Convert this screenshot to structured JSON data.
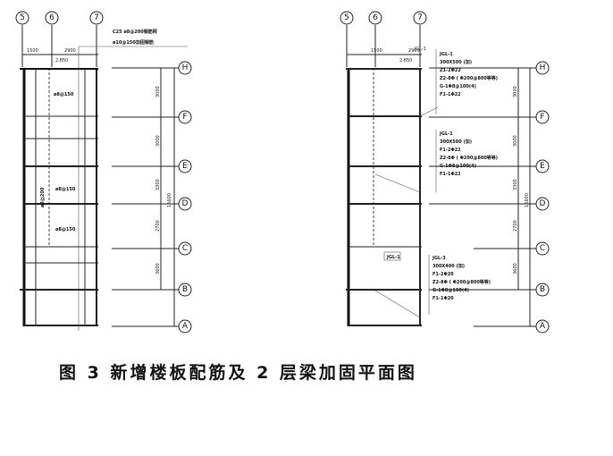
{
  "caption": "图 3  新增楼板配筋及 2 层梁加固平面图",
  "left_plan": {
    "column_axes": [
      "5",
      "6",
      "7"
    ],
    "row_axes": [
      "H",
      "F",
      "E",
      "D",
      "C",
      "B",
      "A"
    ],
    "top_dims": [
      "1500",
      "2900",
      "2.850"
    ],
    "side_dims": [
      "3000",
      "3000",
      "3300",
      "2700",
      "3600",
      "15600"
    ],
    "notes": [
      "C25 ø8@200钢筋网",
      "ø10@150加固钢筋",
      "ø8@150",
      "ø8@200",
      "ø8@150",
      "ø8@150"
    ]
  },
  "right_plan": {
    "column_axes": [
      "5",
      "6",
      "7"
    ],
    "row_axes": [
      "H",
      "F",
      "E",
      "D",
      "C",
      "B",
      "A"
    ],
    "top_dims": [
      "1500",
      "2900",
      "2.850",
      "JGL-1"
    ],
    "side_dims": [
      "3000",
      "3000",
      "3300",
      "2700",
      "3600",
      "15600"
    ],
    "beam_notes": [
      {
        "lines": [
          "JGL-1",
          "300X500 (加)",
          "Z1-2Φ22",
          "Z2-8Φ ( Φ200@800等等)",
          "G-1Φ8@100(4)",
          "F1-1Φ22"
        ]
      },
      {
        "lines": [
          "JGL-1",
          "300X500 (加)",
          "F1-2Φ22",
          "Z2-8Φ ( Φ200@800等等)",
          "G-1Φ8@100(4)",
          "F1-1Φ22"
        ]
      },
      {
        "lines": [
          "JGL-3",
          "300X400 (加)",
          "F1-2Φ20",
          "Z2-8Φ ( Φ200@800等等)",
          "G-1Φ8@100(4)",
          "F1-1Φ20"
        ]
      }
    ],
    "tag": "JGL-1"
  }
}
